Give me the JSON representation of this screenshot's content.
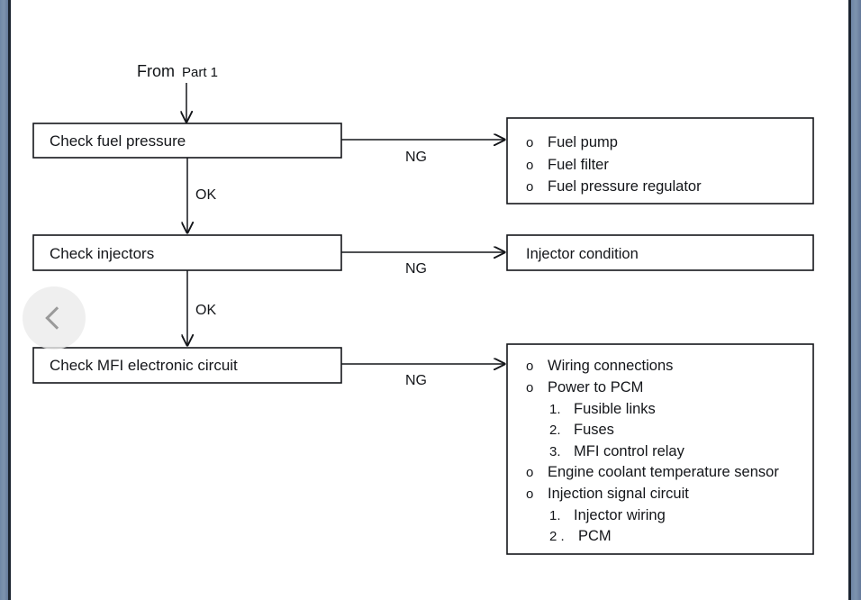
{
  "viewer": {
    "background_color": "#ffffff",
    "edge_band_color": "#6f87a6",
    "edge_rule_color": "#1b2430"
  },
  "nav": {
    "prev_button": {
      "name": "previous-image",
      "icon": "chevron-left-icon",
      "label": ""
    }
  },
  "flowchart": {
    "entry": {
      "prefix": "From",
      "target": "Part 1"
    },
    "steps": [
      {
        "id": "check-fuel-pressure",
        "label": "Check fuel pressure",
        "pass_label": "OK",
        "fail_label": "NG"
      },
      {
        "id": "check-injectors",
        "label": "Check injectors",
        "pass_label": "OK",
        "fail_label": "NG"
      },
      {
        "id": "check-mfi-electronic-circuit",
        "label": "Check MFI electronic circuit",
        "pass_label": "",
        "fail_label": "NG"
      }
    ],
    "results": [
      {
        "id": "fuel-pressure-causes",
        "items": [
          {
            "marker": "o",
            "text": "Fuel pump",
            "level": 1
          },
          {
            "marker": "o",
            "text": "Fuel filter",
            "level": 1
          },
          {
            "marker": "o",
            "text": "Fuel pressure regulator",
            "level": 1
          }
        ]
      },
      {
        "id": "injector-causes",
        "items": [
          {
            "marker": "",
            "text": "Injector condition",
            "level": 1
          }
        ]
      },
      {
        "id": "mfi-circuit-causes",
        "items": [
          {
            "marker": "o",
            "text": "Wiring connections",
            "level": 1
          },
          {
            "marker": "o",
            "text": "Power to PCM",
            "level": 1
          },
          {
            "marker": "1.",
            "text": "Fusible links",
            "level": 2
          },
          {
            "marker": "2.",
            "text": "Fuses",
            "level": 2
          },
          {
            "marker": "3.",
            "text": "MFI control relay",
            "level": 2
          },
          {
            "marker": "o",
            "text": "Engine coolant temperature sensor",
            "level": 1
          },
          {
            "marker": "o",
            "text": "Injection signal circuit",
            "level": 1
          },
          {
            "marker": "1.",
            "text": "Injector wiring",
            "level": 2
          },
          {
            "marker": "2 .",
            "text": "PCM",
            "level": 2
          }
        ]
      }
    ]
  }
}
